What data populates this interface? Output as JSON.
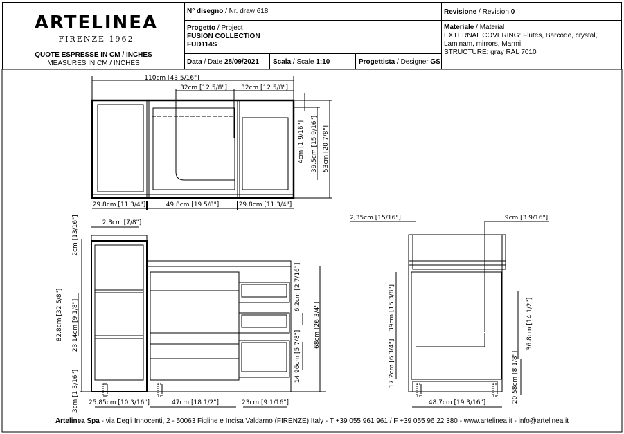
{
  "title_block": {
    "logo": "ARTELINEA",
    "logo_sub": "FIRENZE 1962",
    "quote_it": "QUOTE ESPRESSE IN CM / INCHES",
    "quote_en": "MEASURES IN CM / INCHES",
    "draw_label_it": "N° disegno",
    "draw_label_en": " / Nr. draw  618",
    "project_label_it": "Progetto",
    "project_label_en": " / Project",
    "project_name": "FUSION COLLECTION",
    "project_code": "FUD114S",
    "date_label_it": "Data",
    "date_label_en": " / Date ",
    "date_value": "28/09/2021",
    "scale_label_it": "Scala",
    "scale_label_en": " / Scale ",
    "scale_value": "1:10",
    "designer_label_it": "Progettista",
    "designer_label_en": " / Designer ",
    "designer_value": "GS",
    "revision_label_it": "Revisione",
    "revision_label_en": " / Revision ",
    "revision_value": "0",
    "material_label_it": "Materiale",
    "material_label_en": " / Material",
    "material_covering": "EXTERNAL COVERING: Flutes, Barcode, crystal, Laminam, mirrors, Marmi",
    "material_structure": "STRUCTURE:  gray RAL 7010"
  },
  "top_view": {
    "overall_width": "110cm [43 5/16\"]",
    "sink_width_1": "32cm [12 5/8\"]",
    "sink_width_2": "32cm [12 5/8\"]",
    "left_width": "29.8cm [11 3/4\"]",
    "center_width": "49.8cm [19 5/8\"]",
    "right_width": "29.8cm [11 3/4\"]",
    "offset_depth": "4cm [1 9/16\"]",
    "sink_depth": "39.5cm [15 9/16\"]",
    "overall_depth": "53cm [20 7/8\"]"
  },
  "front_view": {
    "top_thickness": "2,3cm [7/8\"]",
    "top_height": "2cm [13/16\"]",
    "overall_height": "82.8cm [32 5/8\"]",
    "shelf_spacing": "23.14cm [9 1/8\"]",
    "plinth_height": "3cm [1 3/16\"]",
    "left_width": "25.85cm [10 3/16\"]",
    "center_width": "47cm [18 1/2\"]",
    "right_width": "23cm [9 1/16\"]",
    "drawer_height": "6.2cm [2 7/16\"]",
    "lower_drawer_height": "14.96cm [5 7/8\"]",
    "base_height": "68cm [26 3/4\"]"
  },
  "side_view": {
    "left_offset": "2,35cm [15/16\"]",
    "right_offset": "9cm [3 9/16\"]",
    "sink_height": "39cm [15 3/8\"]",
    "lower_height": "17.2cm [6 3/4\"]",
    "right_height": "36.8cm [14 1/2\"]",
    "right_lower_height": "20.58cm [8 1/8\"]",
    "depth": "48.7cm [19 3/16\"]"
  },
  "footer": {
    "company": "Artelinea Spa",
    "details": " - via Degli Innocenti, 2 - 50063 Figline e Incisa Valdarno (FIRENZE),Italy - T +39 055 961 961 / F +39 055 96 22 380 - www.artelinea.it - info@artelinea.it"
  }
}
